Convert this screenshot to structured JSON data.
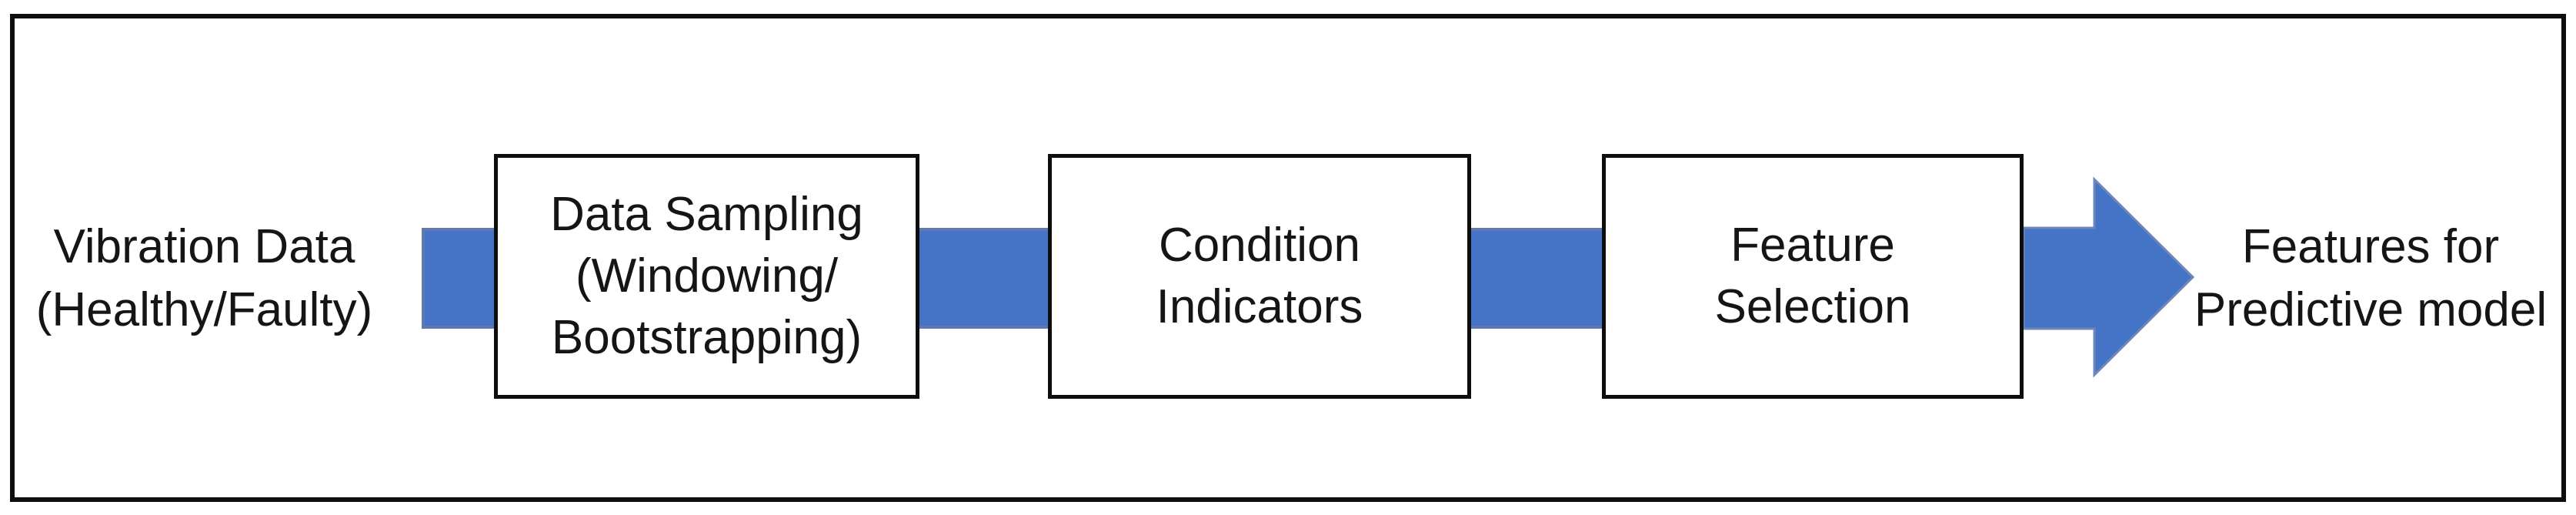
{
  "colors": {
    "background": "#FFFFFF",
    "frame_stroke": "#0E0E0E",
    "box_stroke": "#0E0E0E",
    "accent_fill": "#4573C5",
    "accent_edge": "#5D79AD",
    "text": "#151515"
  },
  "flow": {
    "source": {
      "line1": "Vibration Data",
      "line2": "(Healthy/Faulty)"
    },
    "steps": [
      {
        "id": "data-sampling",
        "lines": [
          "Data Sampling",
          "(Windowing/",
          "Bootstrapping)"
        ]
      },
      {
        "id": "condition-indicators",
        "lines": [
          "Condition",
          "Indicators"
        ]
      },
      {
        "id": "feature-selection",
        "lines": [
          "Feature",
          "Selection"
        ]
      }
    ],
    "result": {
      "line1": "Features for",
      "line2": "Predictive model"
    }
  }
}
